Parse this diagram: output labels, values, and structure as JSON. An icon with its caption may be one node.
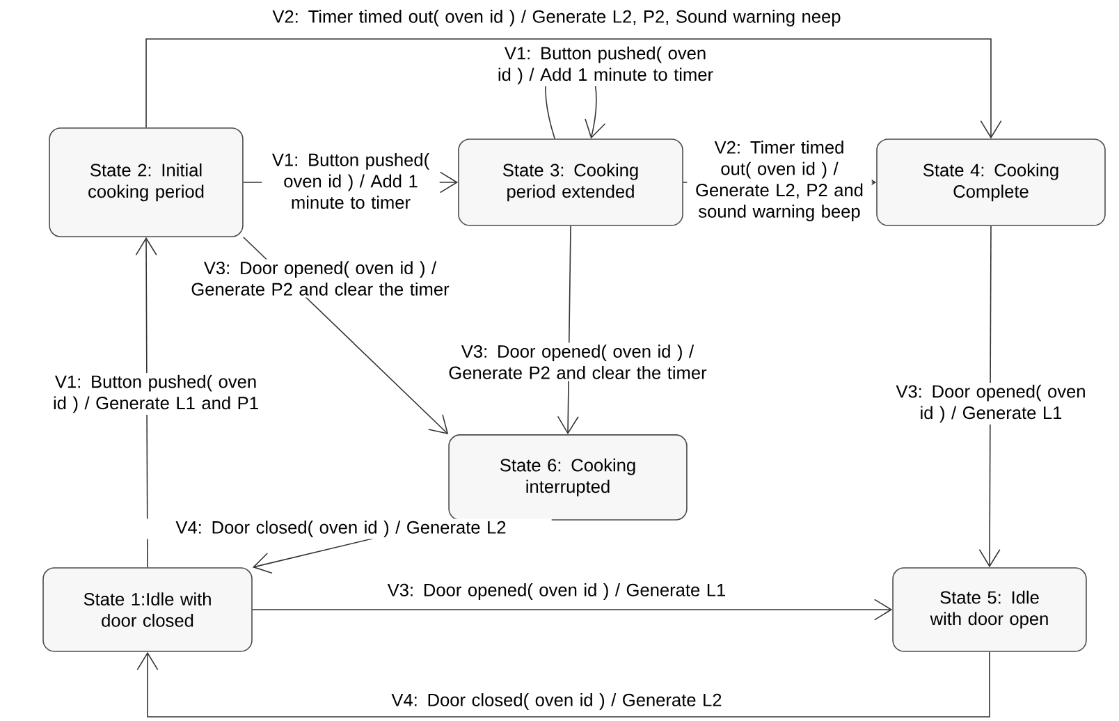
{
  "diagram": {
    "nodes": [
      {
        "text": [
          "State 2: Initial cooking period"
        ]
      },
      {
        "text": [
          "State 3: Cooking period extended"
        ]
      },
      {
        "text": [
          "State 4: Cooking Complete"
        ]
      },
      {
        "text": [
          "State 6: Cooking interrupted"
        ]
      },
      {
        "text": [
          "State 1:Idle with door closed"
        ]
      },
      {
        "text": [
          "State 5: Idle with door open"
        ]
      }
    ],
    "edges": [
      {
        "from": 0,
        "to": 2,
        "arrow": "to",
        "label": "V2: Timer timed out( oven id ) / Generate L2, P2, Sound warning neep"
      },
      {
        "from": 1,
        "to": 1,
        "arrow": "to",
        "label": "V1: Button pushed( oven id ) / Add 1 minute to timer"
      },
      {
        "from": 0,
        "to": 1,
        "arrow": "to",
        "label": "V1: Button pushed( oven id ) / Add 1 minute to timer"
      },
      {
        "from": 1,
        "to": 2,
        "arrow": "to",
        "label": "V2: Timer timed out( oven id ) / Generate L2, P2 and sound warning beep"
      },
      {
        "from": 0,
        "to": 3,
        "arrow": "to",
        "label": "V3: Door opened( oven id ) / Generate P2 and clear the timer"
      },
      {
        "from": 1,
        "to": 3,
        "arrow": "to",
        "label": "V3: Door opened( oven id ) / Generate P2 and clear the timer"
      },
      {
        "from": 2,
        "to": 5,
        "arrow": "to",
        "label": "V3: Door opened( oven id ) / Generate L1"
      },
      {
        "from": 3,
        "to": 4,
        "arrow": "to",
        "label": "V4: Door closed( oven id ) / Generate L2"
      },
      {
        "from": 4,
        "to": 0,
        "arrow": "to",
        "label": "V1: Button pushed( oven id ) / Generate L1 and P1"
      },
      {
        "from": 4,
        "to": 5,
        "arrow": "to",
        "label": "V3: Door opened( oven id ) / Generate L1"
      },
      {
        "from": 5,
        "to": 4,
        "arrow": "to",
        "label": "V4: Door closed( oven id ) / Generate L2"
      }
    ]
  }
}
